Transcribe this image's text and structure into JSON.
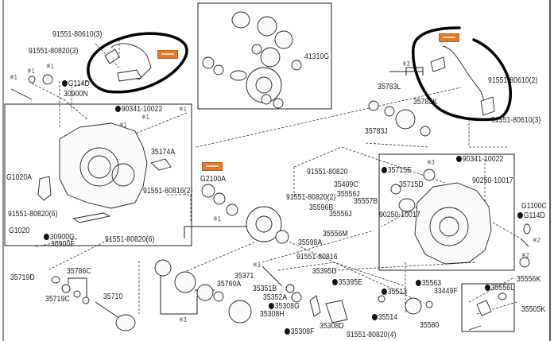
{
  "diagram": {
    "type": "exploded-parts-diagram",
    "subject": "transaxle housing and differential assembly",
    "highlight_color": "#e8772a",
    "circle_annotation_color": "#000000",
    "notes": {
      "n1": "※1",
      "n2": "※2",
      "n3": "※3"
    },
    "labels": {
      "p91551_80610_3a": "91551-80610(3)",
      "p91551_80820_3": "91551-80820(3)",
      "pG114D_a": "G114D",
      "p30900N": "30900N",
      "p90341_10022_a": "90341-10022",
      "p41310G": "41310G",
      "p35783L": "35783L",
      "p35783K": "35783K",
      "p35783J": "35783J",
      "p91551_80610_2": "91551-80610(2)",
      "p91551_80610_3b": "91551-80610(3)",
      "p35174A": "35174A",
      "pG1020A": "G1020A",
      "p91551_80816_2": "91551-80816(2)",
      "pG2100A": "G2100A",
      "p91551_80820_6a": "91551-80820(6)",
      "pG1020": "G1020",
      "p30900G": "30900G",
      "p30900F": "30900F",
      "p91551_80820_6b": "91551-80820(6)",
      "p91551_80820": "91551-80820",
      "p35409C": "35409C",
      "p91551_80820_2": "91551-80820(2)",
      "p35556J_a": "35556J",
      "p35557B": "35557B",
      "p35596B": "35596B",
      "p35556J_b": "35556J",
      "p35556M": "35556M",
      "p35598A": "35598A",
      "p91551_80816": "91551-80816",
      "p35715E": "35715E",
      "p35715D": "35715D",
      "p90250_10017_a": "90250-10017",
      "p90341_10022_b": "90341-10022",
      "p90250_10017_b": "90250-10017",
      "pG1100C": "G1100C",
      "pG114D_b": "G114D",
      "p35556K": "35556K",
      "p35719D": "35719D",
      "p35786C": "35786C",
      "p35719C": "35719C",
      "p35710": "35710",
      "p35371": "35371",
      "p35760A": "35760A",
      "p35351B": "35351B",
      "p35352A": "35352A",
      "p35308G": "35308G",
      "p35308H": "35308H",
      "p35308F": "35308F",
      "p35308D": "35308D",
      "p35395D": "35395D",
      "p35395E": "35395E",
      "p91551_80820_4": "91551-80820(4)",
      "p35513": "35513",
      "p35514": "35514",
      "p35563": "35563",
      "p33449F": "33449F",
      "p35580": "35580",
      "p35556L": "35556L",
      "p35505K": "35505K"
    }
  }
}
